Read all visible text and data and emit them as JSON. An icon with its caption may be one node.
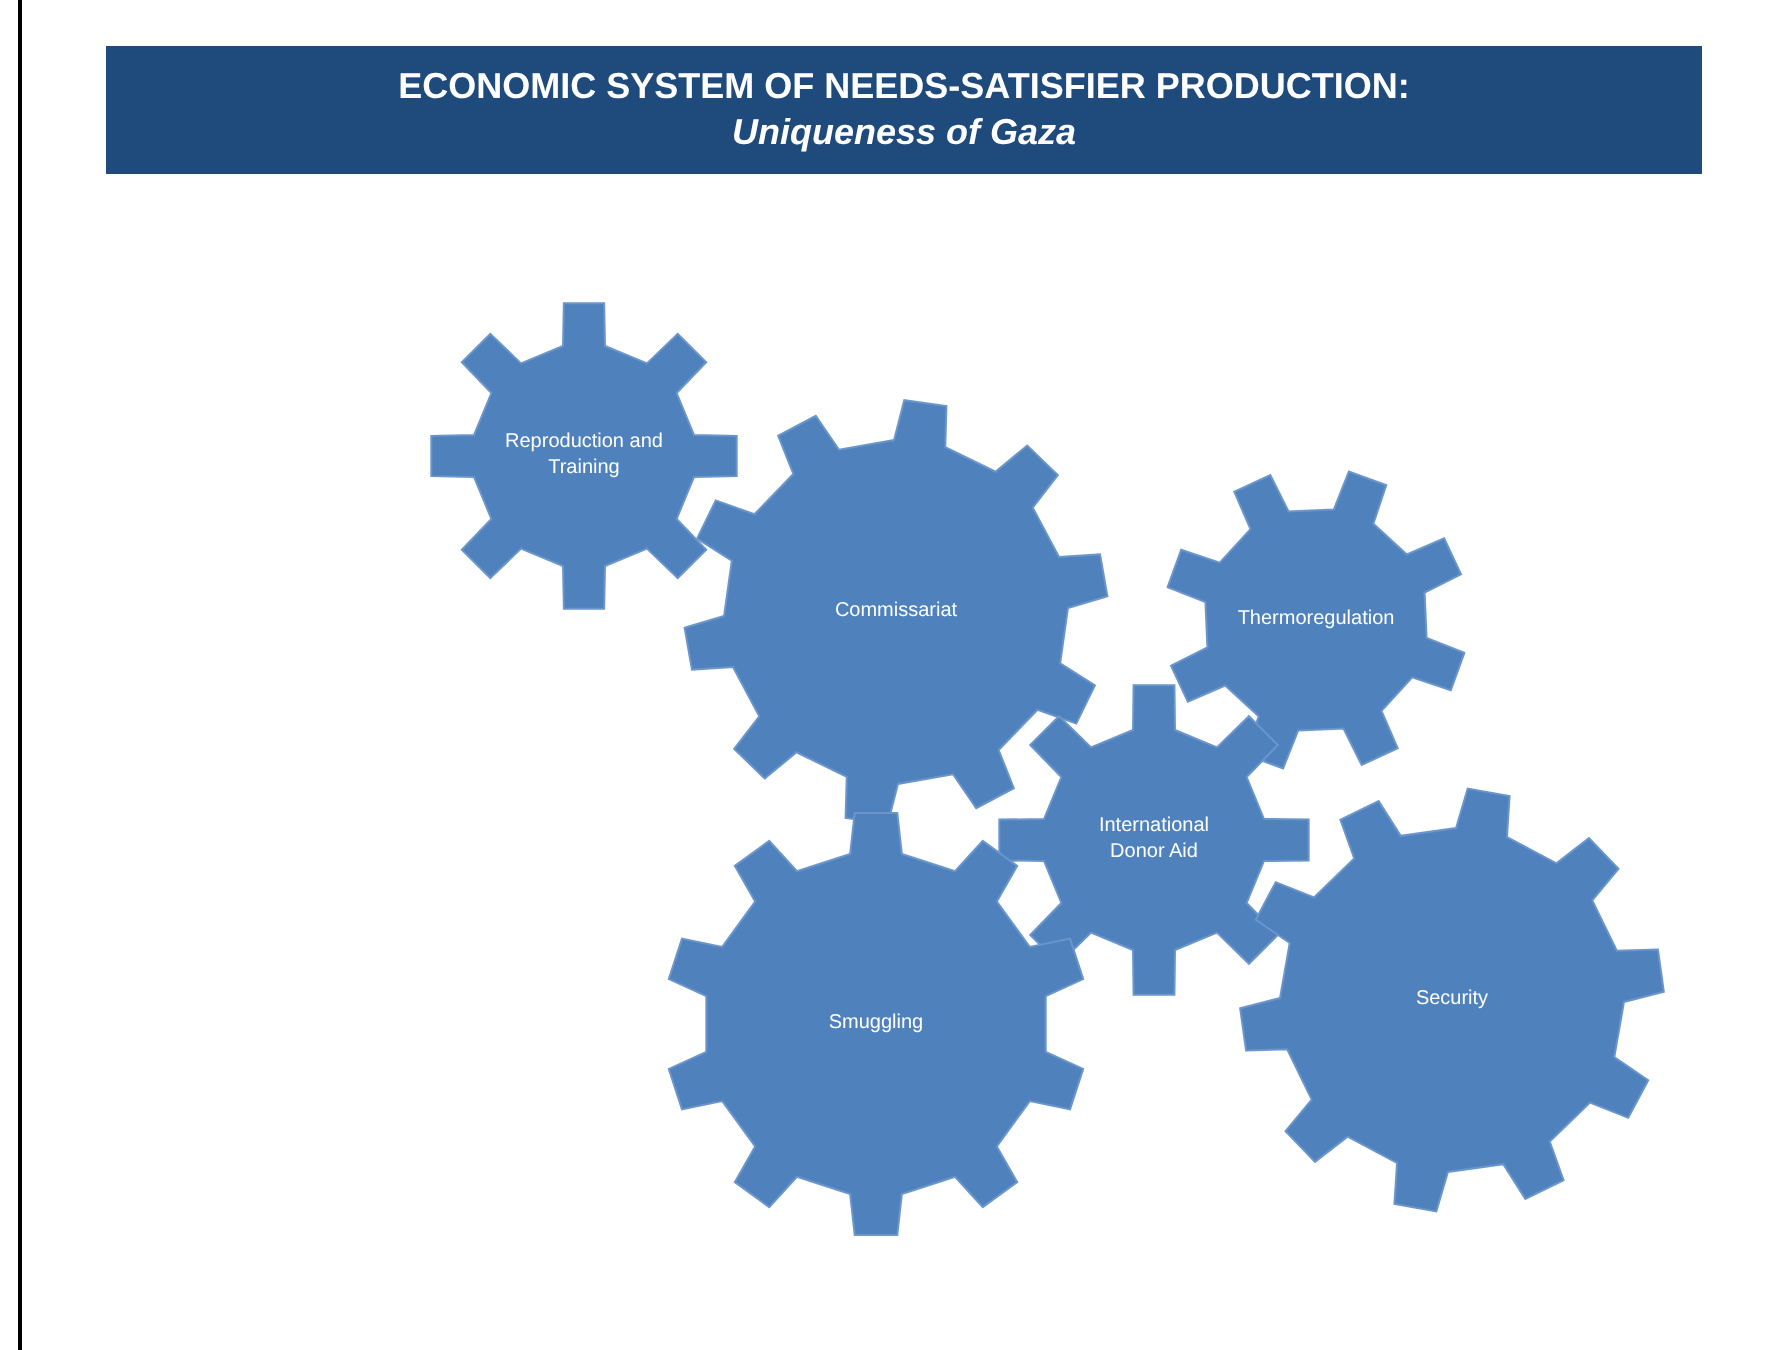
{
  "diagram": {
    "title": "ECONOMIC SYSTEM OF NEEDS-SATISFIER PRODUCTION: *Uniqueness of Gaza*",
    "nodes": [
      {
        "text": [
          "Reproduction and Training"
        ]
      },
      {
        "text": [
          "Commissariat"
        ]
      },
      {
        "text": [
          "Thermoregulation"
        ]
      },
      {
        "text": [
          "International Donor Aid"
        ]
      },
      {
        "text": [
          "Smuggling"
        ]
      },
      {
        "text": [
          "Security"
        ]
      }
    ]
  }
}
